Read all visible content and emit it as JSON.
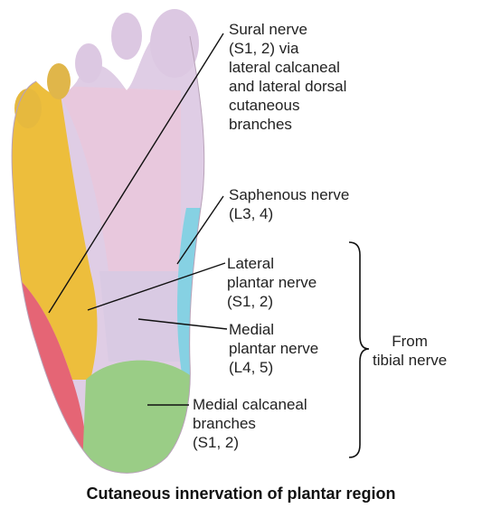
{
  "labels": {
    "sural": {
      "lines": [
        "Sural nerve",
        "(S1, 2) via",
        "lateral calcaneal",
        "and lateral dorsal",
        "cutaneous",
        "branches"
      ],
      "color": "#EFC23A"
    },
    "saphenous": {
      "lines": [
        "Saphenous nerve",
        "(L3, 4)"
      ],
      "color": "#8ED5E6"
    },
    "lateral_plantar": {
      "lines": [
        "Lateral",
        "plantar nerve",
        "(S1, 2)"
      ],
      "color": "#E9C3DC"
    },
    "medial_plantar": {
      "lines": [
        "Medial",
        "plantar nerve",
        "(L4, 5)"
      ],
      "color": "#DCC8E6"
    },
    "medial_calcaneal": {
      "lines": [
        "Medial calcaneal",
        "branches",
        "(S1, 2)"
      ],
      "color": "#9FD08A"
    },
    "tibial_group": {
      "lines": [
        "From",
        "tibial nerve"
      ]
    },
    "red_region_color": "#E86A78"
  },
  "caption": "Cutaneous innervation of plantar region"
}
